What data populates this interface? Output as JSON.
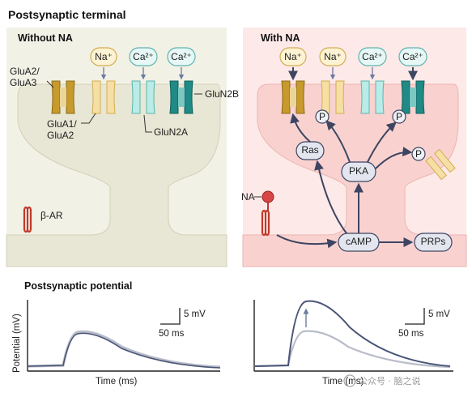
{
  "title": "Postsynaptic terminal",
  "panel_without": {
    "heading": "Without NA",
    "ions": [
      {
        "label": "Na⁺"
      },
      {
        "label": "Ca²⁺"
      },
      {
        "label": "Ca²⁺"
      }
    ],
    "labels": {
      "glua2_line1": "GluA2/",
      "glua2_line2": "GluA3",
      "glua1_line1": "GluA1/",
      "glua1_line2": "GluA2",
      "glun2a": "GluN2A",
      "glun2b": "GluN2B",
      "beta_ar": "β-AR"
    }
  },
  "panel_with": {
    "heading": "With NA",
    "ions": [
      {
        "label": "Na⁺"
      },
      {
        "label": "Na⁺"
      },
      {
        "label": "Ca²⁺"
      },
      {
        "label": "Ca²⁺"
      }
    ],
    "na_label": "NA",
    "nodes": {
      "ras": "Ras",
      "pka": "PKA",
      "camp": "cAMP",
      "prps": "PRPs",
      "p": "P"
    }
  },
  "potential": {
    "heading": "Postsynaptic potential",
    "ylabel": "Potential (mV)",
    "xlabel": "Time (ms)",
    "scale_v": "5 mV",
    "scale_t": "50 ms"
  },
  "watermark": "公众号 · 脑之说",
  "colors": {
    "terminal_left": "#e8e6d4",
    "terminal_right": "#f9d2d0",
    "bg_left": "#f2f1e6",
    "bg_right": "#fde9e8",
    "trace_dark": "#4a5577",
    "trace_light": "#b8bcc8",
    "gold": "#c79a2b",
    "light_gold": "#f1d490",
    "teal_light": "#a8e3df",
    "teal_dark": "#1f8a86",
    "red": "#c0392b"
  }
}
